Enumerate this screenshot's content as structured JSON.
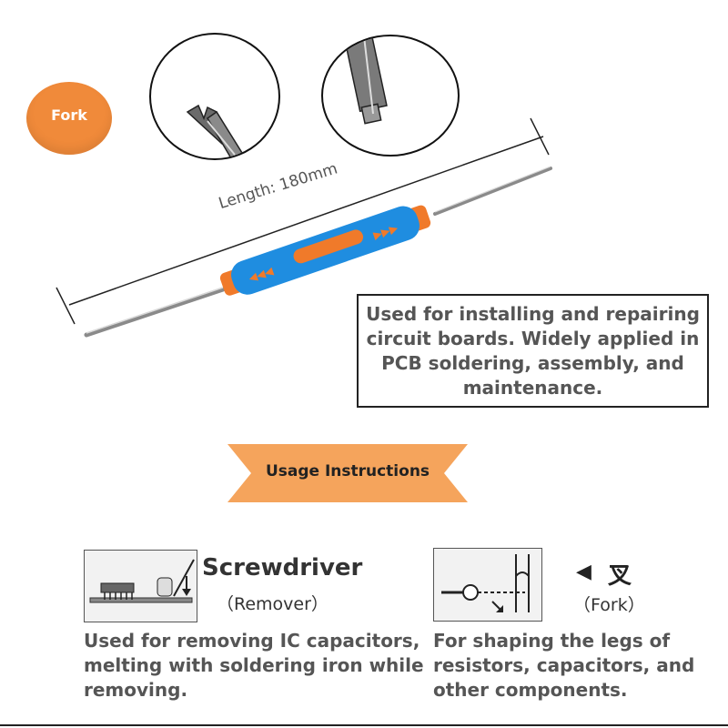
{
  "badge": {
    "label": "Fork"
  },
  "length_label": "Length: 180mm",
  "info_box": {
    "text": "Used for installing and repairing circuit boards. Widely applied in PCB soldering, assembly, and maintenance."
  },
  "usage_banner": {
    "label": "Usage Instructions"
  },
  "screwdriver": {
    "title": "Screwdriver",
    "subtitle": "（Remover）",
    "description": "Used for removing IC capacitors, melting with soldering iron while removing."
  },
  "fork": {
    "arrow": "◀",
    "cjk_label": "叉",
    "subtitle": "（Fork）",
    "description": "For shaping the legs of resistors, capacitors, and other components."
  },
  "colors": {
    "accent_orange": "#f08a3a",
    "handle_blue": "#1f8de0",
    "text_gray": "#555555"
  }
}
